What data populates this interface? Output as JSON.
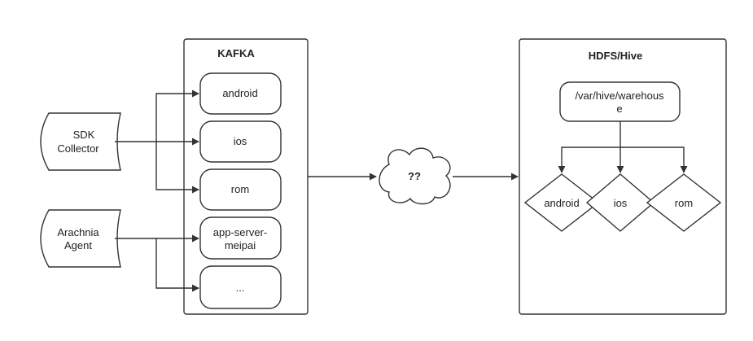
{
  "sources": {
    "sdk": [
      "SDK",
      "Collector"
    ],
    "arachnia": [
      "Arachnia",
      "Agent"
    ]
  },
  "kafka": {
    "title": "KAFKA",
    "topics": {
      "android": [
        "android"
      ],
      "ios": [
        "ios"
      ],
      "rom": [
        "rom"
      ],
      "app_server": [
        "app-server-",
        "meipai"
      ],
      "more": [
        "..."
      ]
    }
  },
  "processor": {
    "label": "??"
  },
  "hdfs": {
    "title": "HDFS/Hive",
    "warehouse": [
      "/var/hive/warehous",
      "e"
    ],
    "partitions": {
      "android": "android",
      "ios": "ios",
      "rom": "rom"
    }
  }
}
